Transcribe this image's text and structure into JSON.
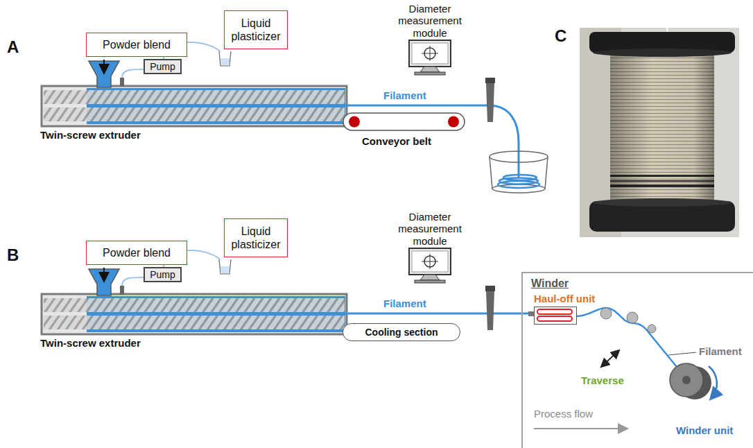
{
  "diagram": {
    "nodes": [
      {
        "text": [
          "Powder blend"
        ]
      },
      {
        "text": [
          "Liquid plasticizer"
        ]
      },
      {
        "text": [
          "Pump"
        ]
      },
      {
        "text": [
          "Powder blend"
        ]
      },
      {
        "text": [
          "Liquid plasticizer"
        ]
      },
      {
        "text": [
          "Pump"
        ]
      },
      {
        "text": [
          "Cooling section"
        ]
      },
      {
        "text": [
          "Winder"
        ]
      },
      {
        "text": [
          "Haul-off unit"
        ],
        "in": 7
      }
    ],
    "labels": [
      "A",
      "Twin-screw extruder",
      "Filament",
      "Conveyor belt",
      "Diameter measurement module",
      "C",
      "B",
      "Twin-screw extruder",
      "Filament",
      "Diameter measurement module",
      "Traverse",
      "Filament",
      "Process flow",
      "Winder unit"
    ]
  }
}
